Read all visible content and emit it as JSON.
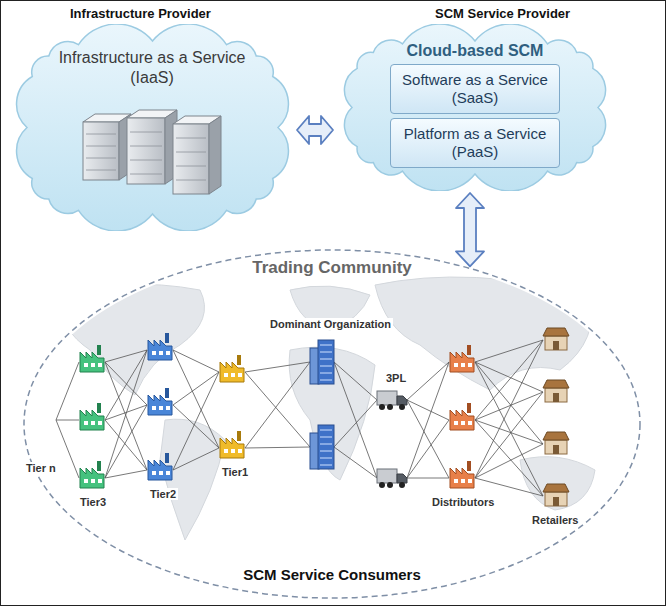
{
  "diagram": {
    "nodes": [
      {
        "text": [
          "Infrastructure Provider",
          "Infrastructure as a Service (IaaS)"
        ]
      },
      {
        "text": [
          "SCM Service Provider",
          "Cloud-based SCM"
        ]
      },
      {
        "text": [
          "Software as a Service (SaaS)"
        ],
        "in": 1
      },
      {
        "text": [
          "Platform as a Service (PaaS)"
        ],
        "in": 1
      },
      {
        "text": [
          "Trading Community",
          "SCM Service Consumers"
        ]
      }
    ],
    "edges": [
      {
        "from": 0,
        "to": 1,
        "arrow": "both"
      },
      {
        "from": 1,
        "to": 4,
        "arrow": "both"
      }
    ],
    "labels": [
      "Tier n",
      "Tier3",
      "Tier2",
      "Tier1",
      "Dominant Organization",
      "3PL",
      "Distributors",
      "Retailers"
    ]
  }
}
